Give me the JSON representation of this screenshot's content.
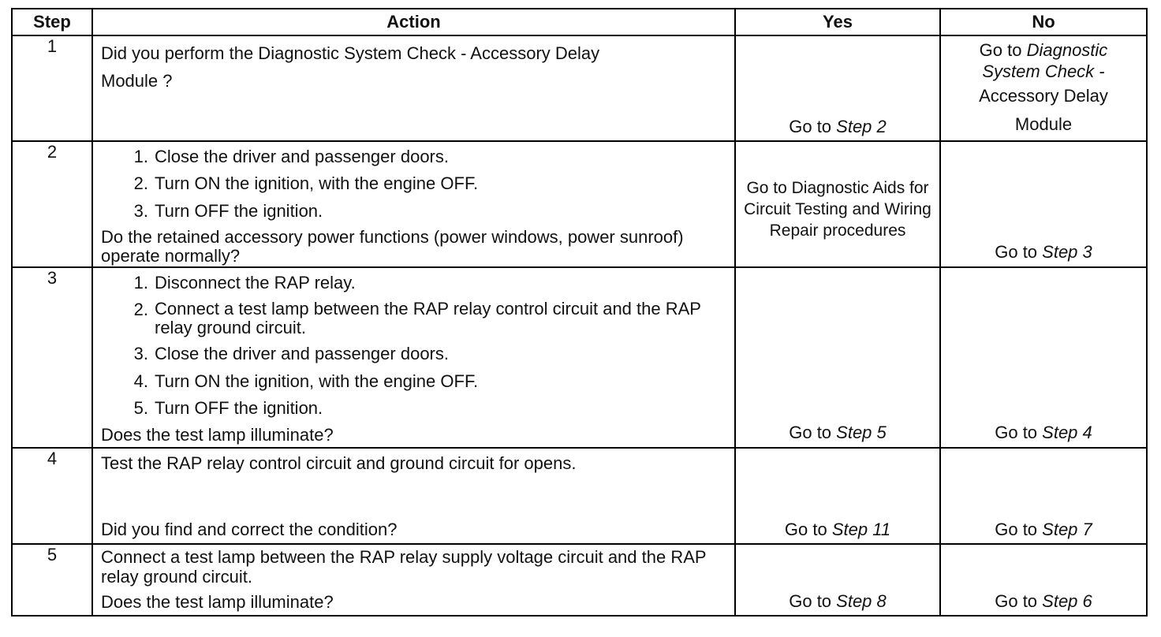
{
  "headers": {
    "step": "Step",
    "action": "Action",
    "yes": "Yes",
    "no": "No"
  },
  "rows": [
    {
      "step": "1",
      "action_text": "Did you perform the Diagnostic System Check - Accessory  Delay",
      "action_text2": "Module",
      "action_q": "?",
      "yes_prefix": "Go to ",
      "yes_link": "Step 2",
      "no_prefix": "Go to ",
      "no_link": "Diagnostic System Check -",
      "no_rest": "Accessory  Delay",
      "no_rest2": "Module"
    },
    {
      "step": "2",
      "items": [
        {
          "n": "1.",
          "t": "Close the driver and passenger doors."
        },
        {
          "n": "2.",
          "t": "Turn ON the ignition, with the engine OFF."
        },
        {
          "n": "3.",
          "t": "Turn OFF the ignition."
        }
      ],
      "question": "Do the retained accessory power functions (power windows, power sunroof) operate normally?",
      "yes_text": "Go to Diagnostic Aids for Circuit Testing and Wiring Repair procedures",
      "no_prefix": "Go to ",
      "no_link": "Step 3"
    },
    {
      "step": "3",
      "items": [
        {
          "n": "1.",
          "t": "Disconnect the RAP relay."
        },
        {
          "n": "2.",
          "t": "Connect a test lamp between the RAP relay control circuit and the RAP relay ground circuit."
        },
        {
          "n": "3.",
          "t": "Close the driver and passenger doors."
        },
        {
          "n": "4.",
          "t": "Turn ON the ignition, with the engine OFF."
        },
        {
          "n": "5.",
          "t": "Turn OFF the ignition."
        }
      ],
      "question": "Does the test lamp illuminate?",
      "yes_prefix": "Go to ",
      "yes_link": "Step 5",
      "no_prefix": "Go to ",
      "no_link": "Step 4"
    },
    {
      "step": "4",
      "action_text": "Test the RAP relay control circuit and ground circuit for opens.",
      "question": "Did you find and correct the condition?",
      "yes_prefix": "Go to ",
      "yes_link": "Step 11",
      "no_prefix": "Go to ",
      "no_link": "Step 7"
    },
    {
      "step": "5",
      "action_text": "Connect a test lamp between the RAP relay supply voltage circuit and the RAP relay ground circuit.",
      "question": "Does the test lamp illuminate?",
      "yes_prefix": "Go to ",
      "yes_link": "Step 8",
      "no_prefix": "Go to ",
      "no_link": "Step 6"
    }
  ]
}
